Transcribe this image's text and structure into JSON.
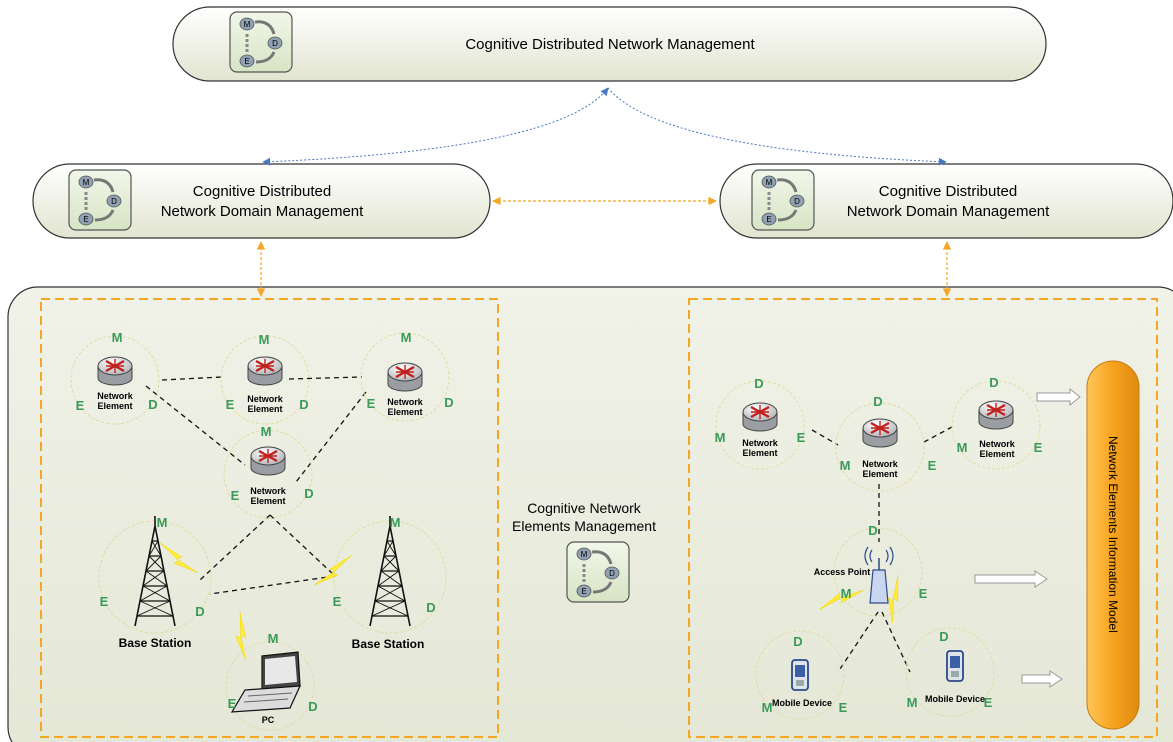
{
  "top": {
    "title": "Cognitive Distributed Network Management"
  },
  "domain_left": {
    "line1": "Cognitive Distributed",
    "line2": "Network Domain Management"
  },
  "domain_right": {
    "line1": "Cognitive Distributed",
    "line2": "Network Domain Management"
  },
  "center": {
    "line1": "Cognitive Network",
    "line2": "Elements Management"
  },
  "info_model": {
    "label": "Network Elements Information Model"
  },
  "mde_icon": {
    "m": "M",
    "d": "D",
    "e": "E"
  },
  "letters": {
    "m": "M",
    "d": "D",
    "e": "E"
  },
  "left": {
    "ne_line1": "Network",
    "ne_line2": "Element",
    "base_station": "Base Station",
    "pc": "PC"
  },
  "right": {
    "ne_line1": "Network",
    "ne_line2": "Element",
    "access_point": "Access Point",
    "mobile_device": "Mobile Device"
  },
  "colors": {
    "pill_fill_top": "#ffffff",
    "pill_fill_bottom": "#e4e6d4",
    "panel_fill": "#eceee0",
    "orange_dash": "#f5a623",
    "blue_arrow": "#4a78c0",
    "letter_green": "#3a9a5a",
    "info_orange": "#f39c12"
  }
}
